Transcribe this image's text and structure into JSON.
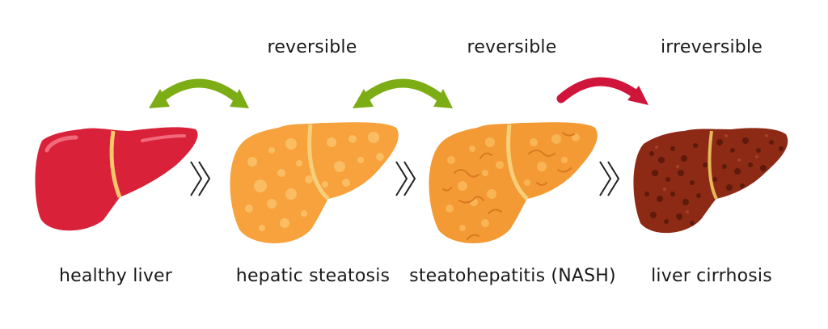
{
  "diagram": {
    "stages": [
      {
        "label": "healthy liver",
        "icon": "healthy-liver-icon",
        "color": "#d9213a"
      },
      {
        "label": "hepatic steatosis",
        "icon": "fatty-liver-icon",
        "color": "#f7a23c"
      },
      {
        "label": "steatohepatitis (NASH)",
        "icon": "nash-liver-icon",
        "color": "#f49a35"
      },
      {
        "label": "liver cirrhosis",
        "icon": "cirrhotic-liver-icon",
        "color": "#8c2a15"
      }
    ],
    "transitions": [
      {
        "label": "reversible",
        "color": "#7cad14"
      },
      {
        "label": "reversible",
        "color": "#7cad14"
      },
      {
        "label": "irreversible",
        "color": "#d0153a"
      }
    ]
  }
}
